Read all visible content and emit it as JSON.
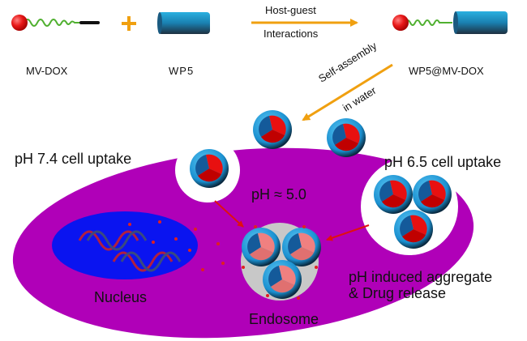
{
  "top_row": {
    "reactant1_label": "MV-DOX",
    "plus_sign": "+",
    "reactant2_label": "WP5",
    "arrow_label_top": "Host-guest",
    "arrow_label_bottom": "Interactions",
    "product_label": "WP5@MV-DOX"
  },
  "assembly": {
    "label_line1": "Self-assembly",
    "label_line2": "in water"
  },
  "cell": {
    "uptake_74": "pH 7.4 cell uptake",
    "uptake_65": "pH 6.5 cell uptake",
    "endosome_ph": "pH ≈ 5.0",
    "nucleus_label": "Nucleus",
    "endosome_label": "Endosome",
    "release_line1": "pH induced aggregate",
    "release_line2": "& Drug release"
  },
  "colors": {
    "cell": "#b000b8",
    "nucleus": "#0a14f0",
    "endosome": "#c8c8c8",
    "arrow_orange": "#f0a010",
    "drug_red": "#e01010",
    "shell_blue": "#1a9ad8",
    "linker_green": "#50b030"
  }
}
